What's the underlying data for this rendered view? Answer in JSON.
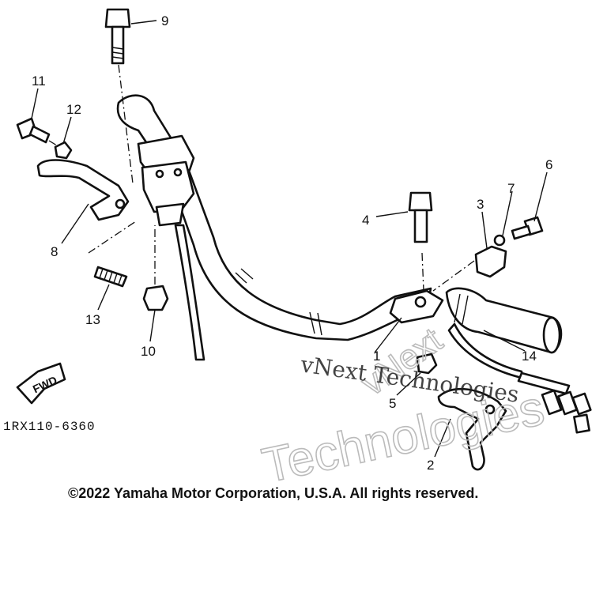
{
  "diagram": {
    "callouts": [
      "1",
      "2",
      "3",
      "4",
      "5",
      "6",
      "7",
      "8",
      "9",
      "10",
      "11",
      "12",
      "13",
      "14"
    ],
    "figure_code": "1RX110-6360",
    "direction_label": "FWD",
    "watermark_line1": "vNext Technologies",
    "watermark_line2": "Technologies",
    "watermark_line3": "vNext",
    "copyright": "©2022 Yamaha Motor Corporation, U.S.A. All rights reserved.",
    "colors": {
      "ink": "#111111",
      "background": "#ffffff",
      "watermark_outline": "#bbbbbb"
    }
  }
}
